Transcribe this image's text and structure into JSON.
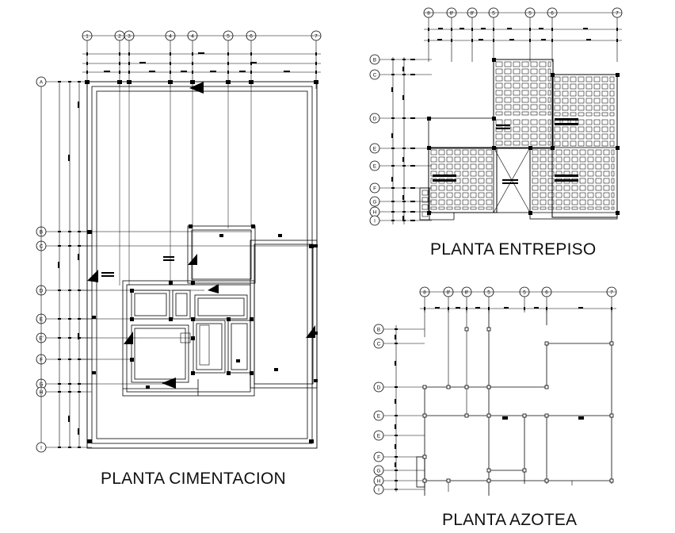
{
  "titles": {
    "cimentacion": "PLANTA CIMENTACION",
    "entrepiso": "PLANTA ENTREPISO",
    "azotea": "PLANTA AZOTEA"
  },
  "axes": {
    "cimentacion": {
      "columns": [
        "1",
        "2",
        "3",
        "4",
        "5",
        "6",
        "7"
      ],
      "rows": [
        "A",
        "B",
        "C",
        "D",
        "E",
        "E'",
        "F",
        "G",
        "H",
        "I"
      ]
    },
    "entrepiso": {
      "columns": [
        "8",
        "8'",
        "8'",
        "5",
        "5",
        "6",
        "7"
      ],
      "rows": [
        "B",
        "C",
        "D",
        "E",
        "E",
        "F",
        "G",
        "H",
        "I"
      ]
    },
    "azotea": {
      "columns": [
        "8",
        "8'",
        "8'",
        "5",
        "5",
        "6",
        "7"
      ],
      "rows": [
        "B",
        "C",
        "D",
        "E",
        "E",
        "F",
        "G",
        "H",
        "I"
      ]
    }
  },
  "colors": {
    "line": "#000000",
    "background": "#ffffff"
  }
}
